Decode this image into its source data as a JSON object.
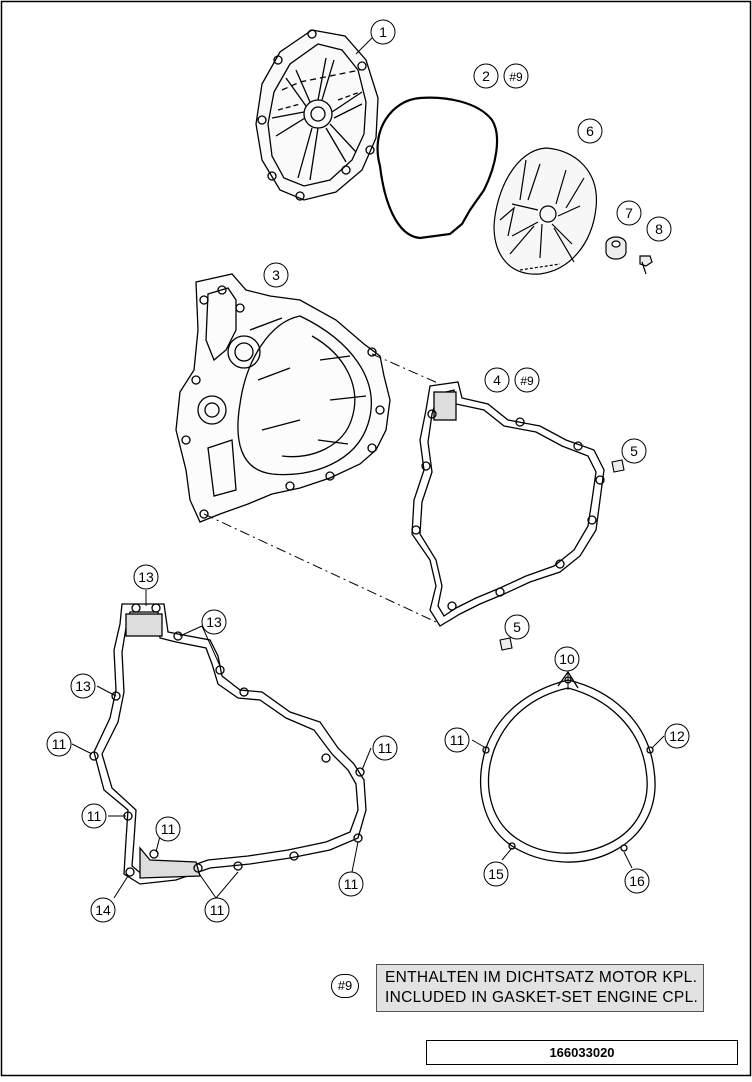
{
  "diagram": {
    "callouts": [
      {
        "id": "c1",
        "label": "1"
      },
      {
        "id": "c2",
        "label": "2"
      },
      {
        "id": "c2b",
        "label": "#9"
      },
      {
        "id": "c3",
        "label": "3"
      },
      {
        "id": "c4",
        "label": "4"
      },
      {
        "id": "c4b",
        "label": "#9"
      },
      {
        "id": "c5a",
        "label": "5"
      },
      {
        "id": "c5b",
        "label": "5"
      },
      {
        "id": "c6",
        "label": "6"
      },
      {
        "id": "c7",
        "label": "7"
      },
      {
        "id": "c8",
        "label": "8"
      },
      {
        "id": "c10",
        "label": "10"
      },
      {
        "id": "c11a",
        "label": "11"
      },
      {
        "id": "c11b",
        "label": "11"
      },
      {
        "id": "c11c",
        "label": "11"
      },
      {
        "id": "c11d",
        "label": "11"
      },
      {
        "id": "c11e",
        "label": "11"
      },
      {
        "id": "c11f",
        "label": "11"
      },
      {
        "id": "c11g",
        "label": "11"
      },
      {
        "id": "c12",
        "label": "12"
      },
      {
        "id": "c13a",
        "label": "13"
      },
      {
        "id": "c13b",
        "label": "13"
      },
      {
        "id": "c13c",
        "label": "13"
      },
      {
        "id": "c14",
        "label": "14"
      },
      {
        "id": "c15",
        "label": "15"
      },
      {
        "id": "c16",
        "label": "16"
      }
    ],
    "note": {
      "ref": "#9",
      "line1": "ENTHALTEN IM DICHTSATZ MOTOR KPL.",
      "line2": "INCLUDED IN GASKET-SET ENGINE CPL."
    },
    "drawing_number": "166033020",
    "colors": {
      "line": "#000000",
      "note_background": "#e2e2e2"
    }
  }
}
